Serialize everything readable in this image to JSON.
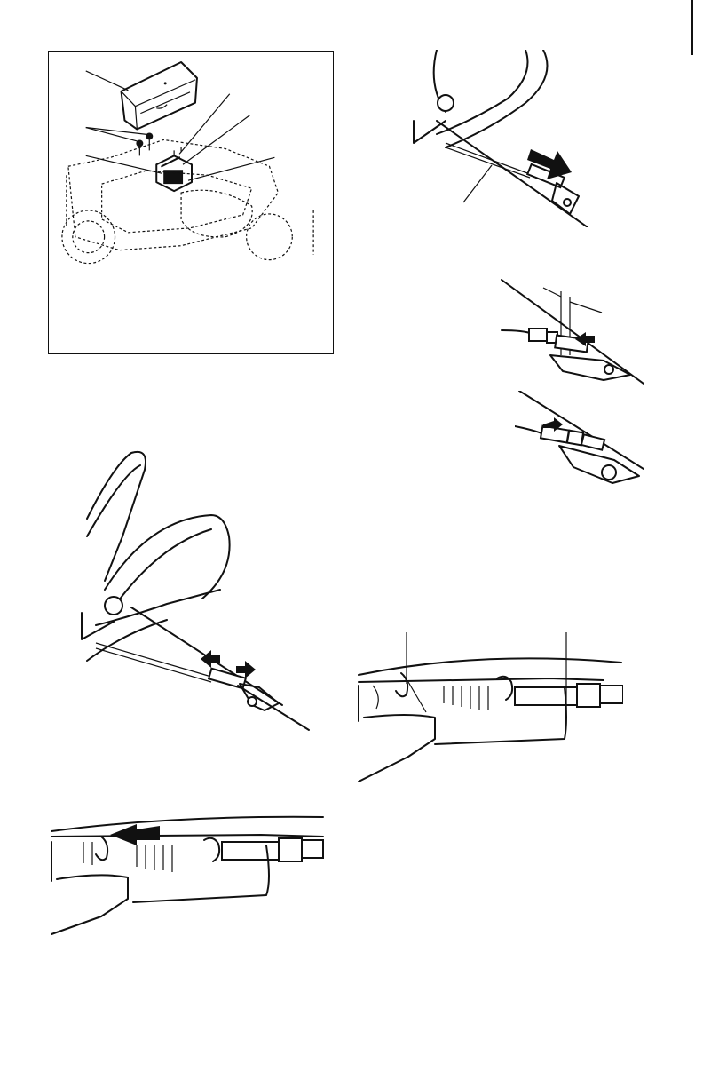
{
  "page": {
    "figures": [
      {
        "id": "battery-cover-figure",
        "callouts": [],
        "caption": ""
      },
      {
        "id": "cable-pull-figure",
        "callouts": [],
        "caption": ""
      },
      {
        "id": "cable-gap-figure",
        "callouts": [],
        "caption": ""
      },
      {
        "id": "cable-adjust-figure",
        "callouts": [],
        "caption": ""
      },
      {
        "id": "bail-rear-figure",
        "callouts": [],
        "caption": ""
      },
      {
        "id": "handle-bar-side-figure",
        "callouts": [],
        "caption": ""
      },
      {
        "id": "bail-arrow-figure",
        "callouts": [],
        "caption": ""
      }
    ]
  }
}
